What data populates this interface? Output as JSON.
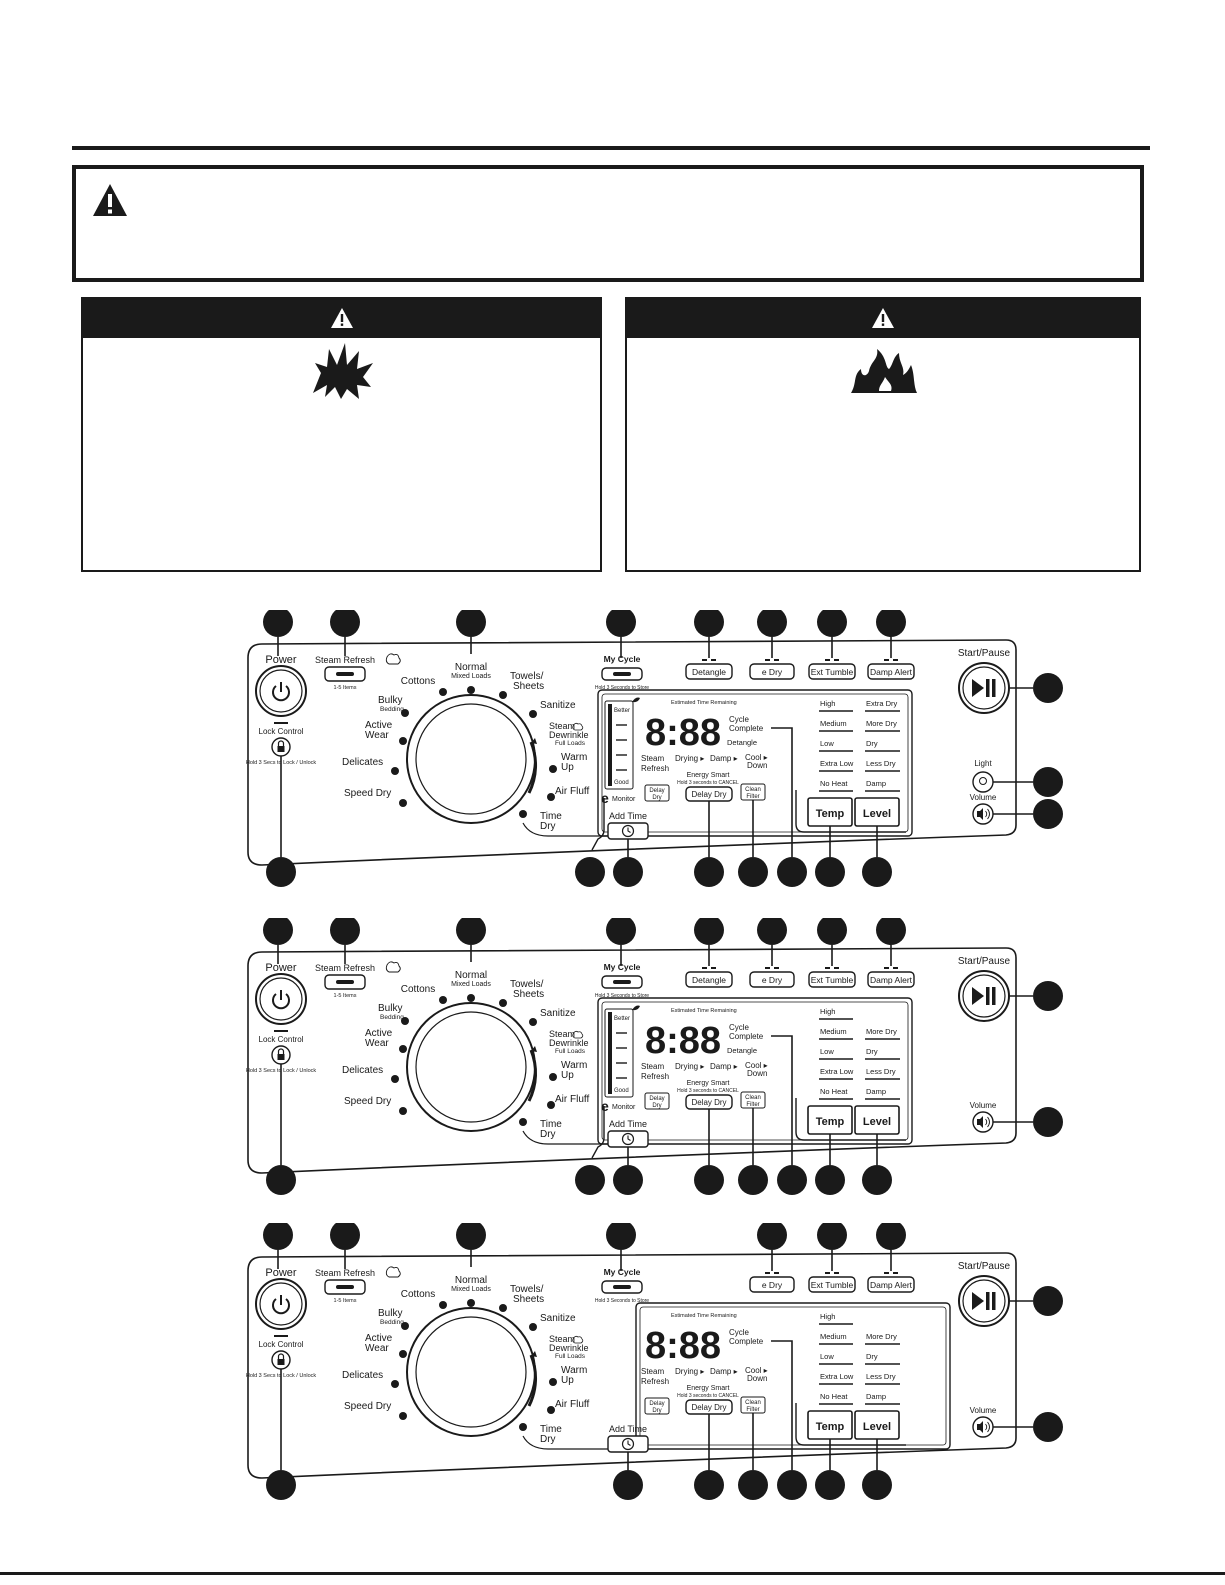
{
  "panels": [
    {
      "id": "panel-1",
      "power": "Power",
      "steam_refresh": "Steam Refresh",
      "steam_refresh_sub": "1-5 Items",
      "lock_control": "Lock Control",
      "lock_hold": "Hold 3 Secs to Lock / Unlock",
      "cycles": {
        "normal": "Normal",
        "normal_sub": "Mixed Loads",
        "cottons": "Cottons",
        "towels": "Towels/",
        "towels2": "Sheets",
        "bulky": "Bulky",
        "bulky_sub": "Bedding",
        "active": "Active",
        "active2": "Wear",
        "sanitize": "Sanitize",
        "steam_dewrinkle": "Steam",
        "steam_dewrinkle2": "Dewrinkle",
        "steam_dewrinkle_sub": "Full Loads",
        "delicates": "Delicates",
        "warm_up": "Warm",
        "warm_up2": "Up",
        "speed_dry": "Speed Dry",
        "air_fluff": "Air Fluff",
        "time_dry": "Time",
        "time_dry2": "Dry"
      },
      "my_cycle": "My Cycle",
      "my_cycle_sub": "Hold 3 Seconds to Store",
      "top_buttons": [
        "Detangle",
        "e Dry",
        "Ext Tumble",
        "Damp Alert"
      ],
      "show_detangle": true,
      "show_emonitor": true,
      "show_light": true,
      "emonitor": {
        "better": "Better",
        "good": "Good",
        "label": "Monitor",
        "e": "e"
      },
      "display": {
        "est_time": "Estimated Time Remaining",
        "digits": "8:88",
        "cycle": "Cycle",
        "complete": "Complete",
        "detangle": "Detangle",
        "steam": "Steam",
        "refresh": "Refresh",
        "drying": "Drying ▸",
        "damp": "Damp ▸",
        "cool": "Cool ▸",
        "down": "Down",
        "energy_smart": "Energy Smart",
        "hold_cancel": "Hold 3 seconds to CANCEL",
        "delay": "Delay",
        "dry": "Dry",
        "delay_dry": "Delay Dry",
        "clean": "Clean",
        "filter": "Filter"
      },
      "temp_levels": [
        "High",
        "Medium",
        "Low",
        "Extra Low",
        "No Heat"
      ],
      "dry_levels": [
        "Extra Dry",
        "More Dry",
        "Dry",
        "Less Dry",
        "Damp"
      ],
      "temp": "Temp",
      "level": "Level",
      "start_pause": "Start/Pause",
      "light": "Light",
      "volume": "Volume",
      "add_time": "Add Time"
    },
    {
      "id": "panel-2",
      "power": "Power",
      "steam_refresh": "Steam Refresh",
      "steam_refresh_sub": "1-5 Items",
      "lock_control": "Lock Control",
      "lock_hold": "Hold 3 Secs to Lock / Unlock",
      "cycles": {
        "normal": "Normal",
        "normal_sub": "Mixed Loads",
        "cottons": "Cottons",
        "towels": "Towels/",
        "towels2": "Sheets",
        "bulky": "Bulky",
        "bulky_sub": "Bedding",
        "active": "Active",
        "active2": "Wear",
        "sanitize": "Sanitize",
        "steam_dewrinkle": "Steam",
        "steam_dewrinkle2": "Dewrinkle",
        "steam_dewrinkle_sub": "Full Loads",
        "delicates": "Delicates",
        "warm_up": "Warm",
        "warm_up2": "Up",
        "speed_dry": "Speed Dry",
        "air_fluff": "Air Fluff",
        "time_dry": "Time",
        "time_dry2": "Dry"
      },
      "my_cycle": "My Cycle",
      "my_cycle_sub": "Hold 3 Seconds to Store",
      "top_buttons": [
        "Detangle",
        "e Dry",
        "Ext Tumble",
        "Damp Alert"
      ],
      "show_detangle": true,
      "show_emonitor": true,
      "show_light": false,
      "emonitor": {
        "better": "Better",
        "good": "Good",
        "label": "Monitor",
        "e": "e"
      },
      "display": {
        "est_time": "Estimated Time Remaining",
        "digits": "8:88",
        "cycle": "Cycle",
        "complete": "Complete",
        "detangle": "Detangle",
        "steam": "Steam",
        "refresh": "Refresh",
        "drying": "Drying ▸",
        "damp": "Damp ▸",
        "cool": "Cool ▸",
        "down": "Down",
        "energy_smart": "Energy Smart",
        "hold_cancel": "Hold 3 seconds to CANCEL",
        "delay": "Delay",
        "dry": "Dry",
        "delay_dry": "Delay Dry",
        "clean": "Clean",
        "filter": "Filter"
      },
      "temp_levels": [
        "High",
        "Medium",
        "Low",
        "Extra Low",
        "No Heat"
      ],
      "dry_levels": [
        "",
        "More Dry",
        "Dry",
        "Less Dry",
        "Damp"
      ],
      "temp": "Temp",
      "level": "Level",
      "start_pause": "Start/Pause",
      "light": "",
      "volume": "Volume",
      "add_time": "Add Time"
    },
    {
      "id": "panel-3",
      "power": "Power",
      "steam_refresh": "Steam Refresh",
      "steam_refresh_sub": "1-5 Items",
      "lock_control": "Lock Control",
      "lock_hold": "Hold 3 Secs to Lock / Unlock",
      "cycles": {
        "normal": "Normal",
        "normal_sub": "Mixed Loads",
        "cottons": "Cottons",
        "towels": "Towels/",
        "towels2": "Sheets",
        "bulky": "Bulky",
        "bulky_sub": "Bedding",
        "active": "Active",
        "active2": "Wear",
        "sanitize": "Sanitize",
        "steam_dewrinkle": "Steam",
        "steam_dewrinkle2": "Dewrinkle",
        "steam_dewrinkle_sub": "Full Loads",
        "delicates": "Delicates",
        "warm_up": "Warm",
        "warm_up2": "Up",
        "speed_dry": "Speed Dry",
        "air_fluff": "Air Fluff",
        "time_dry": "Time",
        "time_dry2": "Dry"
      },
      "my_cycle": "My Cycle",
      "my_cycle_sub": "Hold 3 Seconds to Store",
      "top_buttons": [
        "",
        "e Dry",
        "Ext Tumble",
        "Damp Alert"
      ],
      "show_detangle": false,
      "show_emonitor": false,
      "show_light": false,
      "emonitor": {
        "better": "",
        "good": "",
        "label": "",
        "e": ""
      },
      "display": {
        "est_time": "Estimated Time Remaining",
        "digits": "8:88",
        "cycle": "Cycle",
        "complete": "Complete",
        "detangle": "",
        "steam": "Steam",
        "refresh": "Refresh",
        "drying": "Drying ▸",
        "damp": "Damp ▸",
        "cool": "Cool ▸",
        "down": "Down",
        "energy_smart": "Energy Smart",
        "hold_cancel": "Hold 3 seconds to CANCEL",
        "delay": "Delay",
        "dry": "Dry",
        "delay_dry": "Delay Dry",
        "clean": "Clean",
        "filter": "Filter"
      },
      "temp_levels": [
        "High",
        "Medium",
        "Low",
        "Extra Low",
        "No Heat"
      ],
      "dry_levels": [
        "",
        "More Dry",
        "Dry",
        "Less Dry",
        "Damp"
      ],
      "temp": "Temp",
      "level": "Level",
      "start_pause": "Start/Pause",
      "light": "",
      "volume": "Volume",
      "add_time": "Add Time"
    }
  ]
}
